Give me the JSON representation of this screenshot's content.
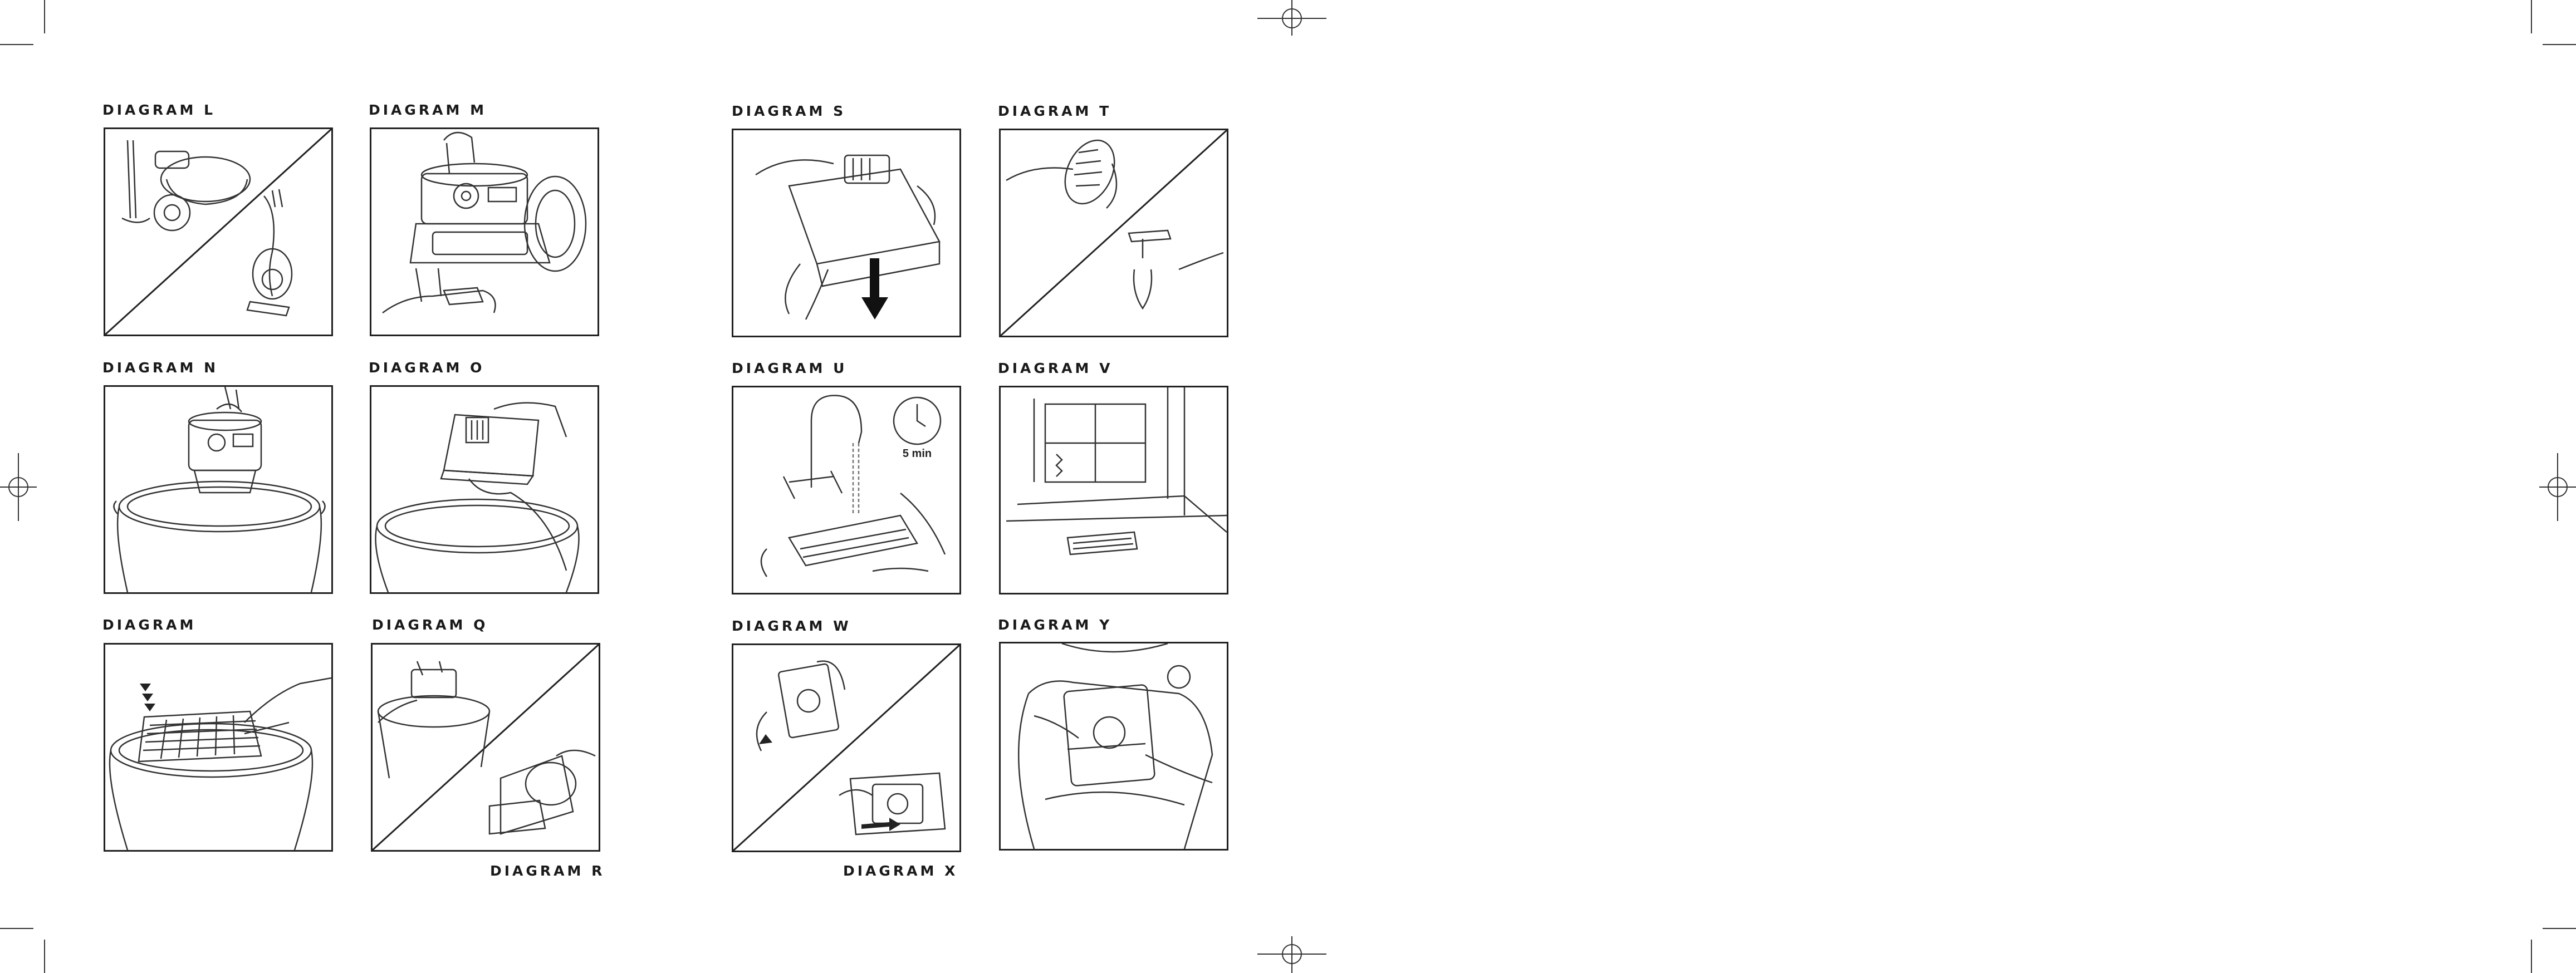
{
  "diagrams": {
    "L": "DIAGRAM L",
    "M": "DIAGRAM M",
    "N": "DIAGRAM N",
    "O": "DIAGRAM O",
    "P": "DIAGRAM",
    "Q": "DIAGRAM Q",
    "R": "DIAGRAM R",
    "S": "DIAGRAM S",
    "T": "DIAGRAM T",
    "U": "DIAGRAM U",
    "V": "DIAGRAM V",
    "W": "DIAGRAM W",
    "X": "DIAGRAM X",
    "Y": "DIAGRAM Y"
  },
  "timer_label": "5 min",
  "icons": {
    "crop_marks": "crop-mark-icon",
    "registration_marks": "registration-mark-icon"
  }
}
